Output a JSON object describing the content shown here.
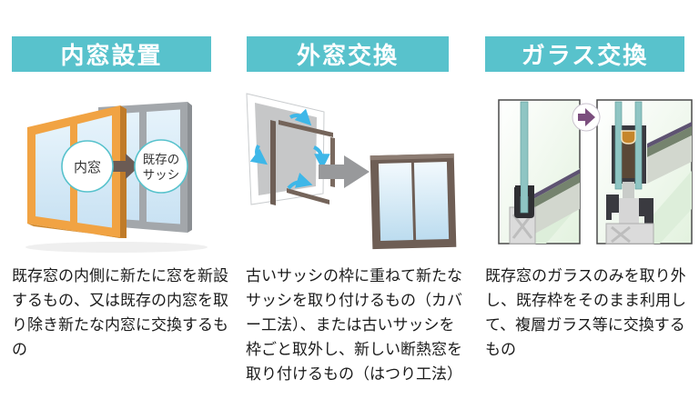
{
  "columns": [
    {
      "header": "内窓設置",
      "description": "既存窓の内側に新たに窓を新設するもの、又は既存の内窓を取り除き新たな内窓に交換するもの",
      "labels": {
        "inner_window": "内窓",
        "existing_sash_line1": "既存の",
        "existing_sash_line2": "サッシ"
      }
    },
    {
      "header": "外窓交換",
      "description": "古いサッシの枠に重ねて新たなサッシを取り付けるもの（カバー工法）、または古いサッシを枠ごと取外し、新しい断熱窓を取り付けるもの（はつり工法）"
    },
    {
      "header": "ガラス交換",
      "description": "既存窓のガラスのみを取り外し、既存枠をそのまま利用して、複層ガラス等に交換するもの"
    }
  ],
  "colors": {
    "banner_teal": "#58C2CC",
    "banner_text": "#FFFFFF",
    "body_text": "#1B1B1B",
    "circle_border_teal": "#57C2CC",
    "orange_window_frame": "#F1A343",
    "gray_window_frame": "#A3A7AB",
    "brown_window_frame": "#6E5E55",
    "glass_light_blue": "#D7EAF7",
    "glass_teal": "#8FC5C3",
    "dark_taupe_arrow": "#6B5B54",
    "gray_block_arrow": "#98999B",
    "blue_curved_arrow": "#3EB7E8",
    "purple_arrow": "#7B4E7E",
    "orange_spacer": "#C6862B"
  }
}
